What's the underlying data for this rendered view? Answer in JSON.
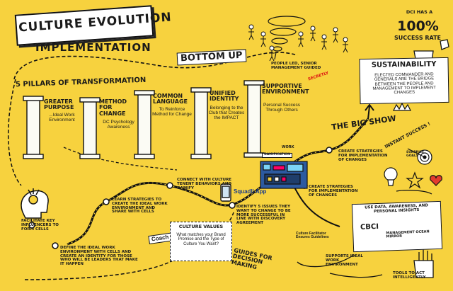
{
  "title": "CULTURE EVOLUTION",
  "subtitle": "IMPLEMENTATION",
  "bottom_up": "BOTTOM UP",
  "people_led": "PEOPLE LED, SENIOR MANAGEMENT GUIDED",
  "secretly": "SECRETLY",
  "dci_has": "DCI HAS A",
  "success_pct": "100%",
  "success_rate": "SUCCESS RATE",
  "sustainability": {
    "title": "SUSTAINABILITY",
    "body": "ELECTED COMMANDER AND GENERALS ARE THE BRIDGE BETWEEN THE PEOPLE AND MANAGEMENT TO IMPLEMENT CHANGES"
  },
  "pillars_title": "5 PILLARS OF TRANSFORMATION",
  "pillars": [
    {
      "title": "GREATER PURPOSE",
      "desc": "...Ideal Work Environment"
    },
    {
      "title": "METHOD FOR CHANGE",
      "desc": "DC Psychology Awareness"
    },
    {
      "title": "COMMON LANGUAGE",
      "desc": "To Reinforce Method for Change"
    },
    {
      "title": "UNIFIED IDENTITY",
      "desc": "Belonging to the Club that Creates the IMPACT"
    },
    {
      "title": "SUPPORTIVE ENVIRONMENT",
      "desc": "Personal Success Through Others"
    }
  ],
  "big_show": "THE BIG SHOW",
  "instant_success": "INSTANT SUCCESS !",
  "work": "WORK",
  "gamification": "GAMIFICATION",
  "squadli_app": "Squadli App",
  "steps": {
    "facilitate": "FACILITATE KEY INFLUENCERS TO FORM CELLS",
    "define": "DEFINE THE IDEAL WORK ENVIRONMENT WITH CELLS AND CREATE AN IDENTITY FOR THOSE WHO WILL BE LEADERS THAT MAKE IT HAPPEN",
    "learn": "LEARN STRATEGIES TO CREATE THE IDEAL WORK ENVIRONMENT AND SHARE WITH CELLS",
    "connect": "CONNECT WITH CULTURE TENENT BEHAVIORS AND GAMIFY",
    "identify": "IDENTIFY 5 ISSUES THEY WANT TO CHANGE TO BE MORE SUCCESSFUL IN LINE WITH DISCOVERY AGREEMENT",
    "create1": "CREATE STRATEGIES FOR IMPLEMENTATION OF CHANGES",
    "create2": "CREATE STRATEGIES FOR IMPLEMENTATION OF CHANGES",
    "supports": "SUPPORTS IDEAL WORK ENVIRONMENT",
    "tools": "TOOLS TO ACT INTELLIGENTLY"
  },
  "coach_up": "Coach up",
  "culture_values": {
    "title": "CULTURE VALUES",
    "body": "What matches your Brand Promise and the Type of Culture You Want?"
  },
  "guides": "GUIDES FOR DECISION MAKING",
  "facilitator": "Culture Facilitator Ensures Guidelines",
  "cbci": {
    "heading": "USE DATA, AWARENESS, AND PERSONAL INSIGHTS",
    "name": "CBCI",
    "mirror": "MANAGEMENT MIRROR",
    "ocean": "OCEAN"
  },
  "sunglasses_label": "SURPRISE GOALS"
}
